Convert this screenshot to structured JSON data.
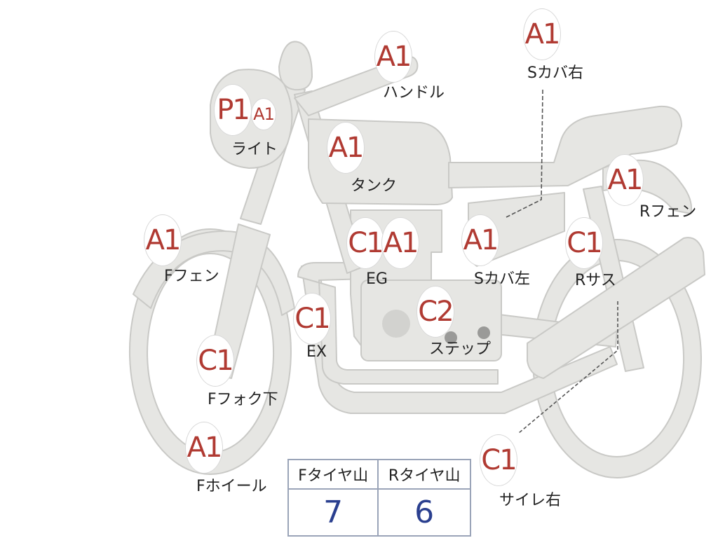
{
  "grades": {
    "handle": "A1",
    "light_p": "P1",
    "light_a": "A1",
    "tank": "A1",
    "side_cover_right": "A1",
    "front_fender": "A1",
    "engine_c": "C1",
    "engine_a": "A1",
    "side_cover_left": "A1",
    "rear_suspension": "C1",
    "rear_fender": "A1",
    "exhaust": "C1",
    "step": "C2",
    "front_fork_lower": "C1",
    "front_wheel": "A1",
    "silencer_right": "C1"
  },
  "labels": {
    "handle": "ハンドル",
    "light": "ライト",
    "tank": "タンク",
    "side_cover_right": "Sカバ右",
    "rear_fender": "Rフェン",
    "front_fender": "Fフェン",
    "engine": "EG",
    "side_cover_left": "Sカバ左",
    "rear_suspension": "Rサス",
    "exhaust": "EX",
    "step": "ステップ",
    "front_fork_lower": "Fフォク下",
    "front_wheel": "Fホイール",
    "silencer_right": "サイレ右"
  },
  "tire_table": {
    "front_header": "Fタイヤ山",
    "rear_header": "Rタイヤ山",
    "front_value": "7",
    "rear_value": "6"
  },
  "colors": {
    "body_fill": "#e6e6e3",
    "body_stroke": "#c9c9c6",
    "grade_text": "#b03a32",
    "table_value": "#2a3f8f",
    "table_border": "#9aa4b8"
  }
}
